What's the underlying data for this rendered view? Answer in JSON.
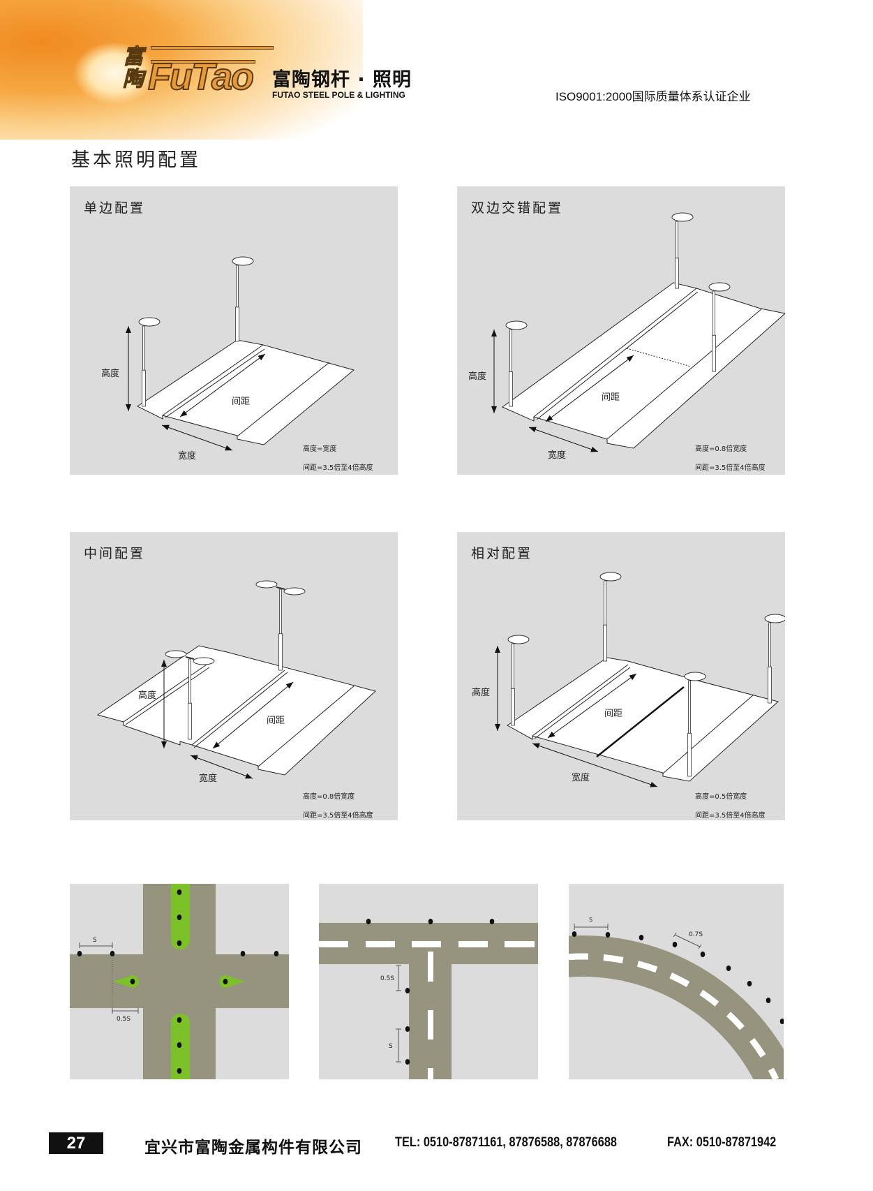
{
  "header": {
    "logo_cn": "富陶",
    "logo_en": "FuTao",
    "company_name": "富陶钢杆 · 照明",
    "company_name_en": "FUTAO STEEL POLE & LIGHTING",
    "certification": "ISO9001:2000国际质量体系认证企业"
  },
  "page_title": "基本照明配置",
  "panels": [
    {
      "title": "单边配置",
      "height_label": "高度",
      "spacing_label": "间距",
      "width_label": "宽度",
      "formula1": "高度=宽度",
      "formula2": "间距=3.5倍至4倍高度"
    },
    {
      "title": "双边交错配置",
      "height_label": "高度",
      "spacing_label": "间距",
      "width_label": "宽度",
      "formula1": "高度=0.8倍宽度",
      "formula2": "间距=3.5倍至4倍高度"
    },
    {
      "title": "中间配置",
      "height_label": "高度",
      "spacing_label": "间距",
      "width_label": "宽度",
      "formula1": "高度=0.8倍宽度",
      "formula2": "间距=3.5倍至4倍高度"
    },
    {
      "title": "相对配置",
      "height_label": "高度",
      "spacing_label": "间距",
      "width_label": "宽度",
      "formula1": "高度=0.5倍宽度",
      "formula2": "间距=3.5倍至4倍高度"
    }
  ],
  "plans": {
    "crossroad": {
      "s_label": "S",
      "half_s_label": "0.5S"
    },
    "t_junction": {
      "half_s_label": "0.5S",
      "s_label": "S"
    },
    "curve": {
      "s_label": "S",
      "seventy_s_label": "0.7S"
    }
  },
  "colors": {
    "road": "#96937e",
    "median": "#7dc12a",
    "panel": "#dcdcdc",
    "banner": "#f08a20"
  },
  "footer": {
    "page_number": "27",
    "company": "宜兴市富陶金属构件有限公司",
    "tel": "TEL: 0510-87871161, 87876588, 87876688",
    "fax": "FAX: 0510-87871942"
  }
}
